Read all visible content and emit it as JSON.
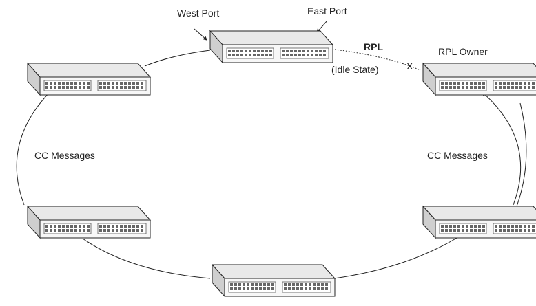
{
  "labels": {
    "west_port": "West Port",
    "east_port": "East Port",
    "rpl": "RPL",
    "idle_state": "(Idle State)",
    "blocked_mark": "X",
    "rpl_owner": "RPL Owner",
    "cc_messages_left": "CC Messages",
    "cc_messages_right": "CC Messages"
  },
  "switches": [
    {
      "name": "switch-top",
      "role": "ring-node"
    },
    {
      "name": "switch-top-left",
      "role": "ring-node"
    },
    {
      "name": "switch-rpl-owner",
      "role": "rpl-owner"
    },
    {
      "name": "switch-bottom-left",
      "role": "ring-node"
    },
    {
      "name": "switch-bottom-right",
      "role": "ring-node"
    },
    {
      "name": "switch-bottom",
      "role": "ring-node"
    }
  ],
  "colors": {
    "line": "#222222",
    "switch_top": "#e9e9e9",
    "switch_front": "#f7f7f7",
    "switch_side": "#cfcfcf",
    "ports": "#555555"
  }
}
